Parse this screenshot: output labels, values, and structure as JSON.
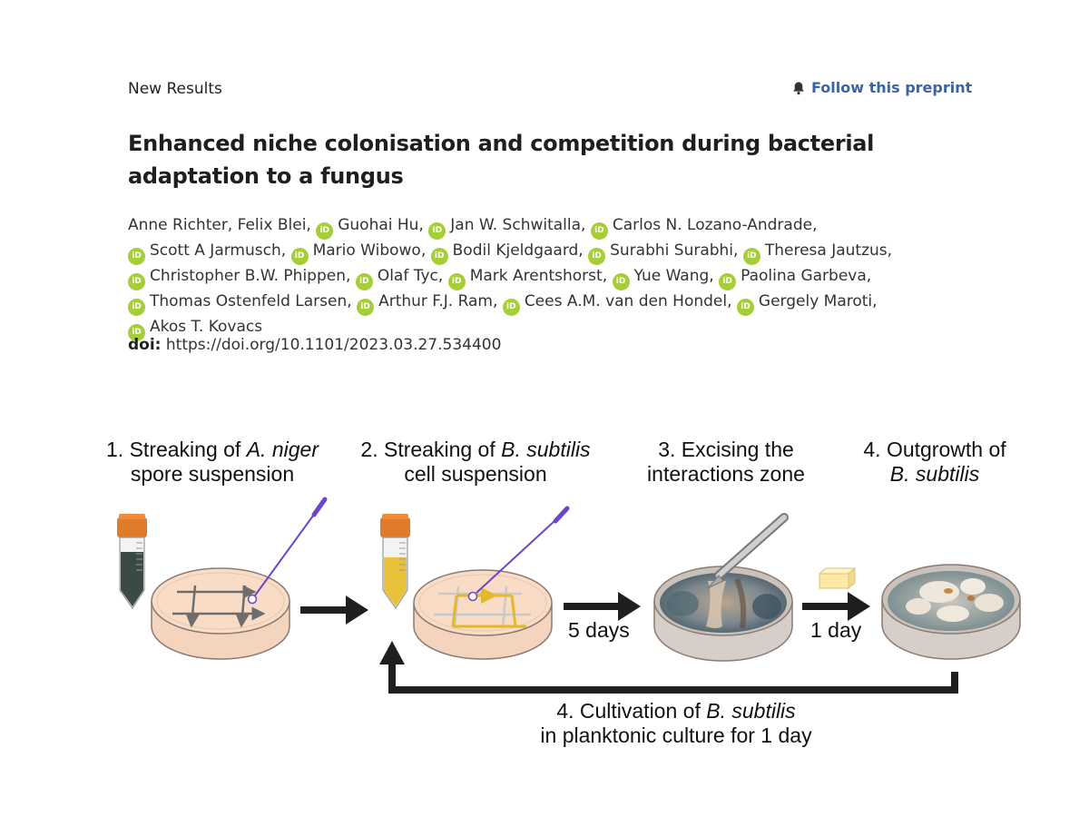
{
  "header": {
    "section": "New Results",
    "follow_label": "Follow this preprint"
  },
  "paper": {
    "title": "Enhanced niche colonisation and competition during bacterial adaptation to a fungus",
    "authors": [
      {
        "name": "Anne Richter,",
        "orcid": false
      },
      {
        "name": "Felix Blei,",
        "orcid": false
      },
      {
        "name": "Guohai Hu,",
        "orcid": true
      },
      {
        "name": "Jan W. Schwitalla,",
        "orcid": true
      },
      {
        "name": "Carlos N. Lozano-Andrade,",
        "orcid": true
      },
      {
        "name": "Scott A Jarmusch,",
        "orcid": true
      },
      {
        "name": "Mario Wibowo,",
        "orcid": true
      },
      {
        "name": "Bodil Kjeldgaard,",
        "orcid": true
      },
      {
        "name": "Surabhi Surabhi,",
        "orcid": true
      },
      {
        "name": "Theresa Jautzus,",
        "orcid": true
      },
      {
        "name": "Christopher B.W. Phippen,",
        "orcid": true
      },
      {
        "name": "Olaf Tyc,",
        "orcid": true
      },
      {
        "name": "Mark Arentshorst,",
        "orcid": true
      },
      {
        "name": "Yue Wang,",
        "orcid": true
      },
      {
        "name": "Paolina Garbeva,",
        "orcid": true
      },
      {
        "name": "Thomas Ostenfeld Larsen,",
        "orcid": true
      },
      {
        "name": "Arthur F.J. Ram,",
        "orcid": true
      },
      {
        "name": "Cees A.M. van den Hondel,",
        "orcid": true
      },
      {
        "name": "Gergely Maroti,",
        "orcid": true
      },
      {
        "name": "Akos T. Kovacs",
        "orcid": true
      }
    ],
    "orcid_mark": "iD",
    "doi_label": "doi:",
    "doi_value": "https://doi.org/10.1101/2023.03.27.534400"
  },
  "figure": {
    "step1": {
      "prefix": "1. Streaking of ",
      "species": "A. niger",
      "line2": "spore suspension"
    },
    "step2": {
      "prefix": "2. Streaking of ",
      "species": "B. subtilis",
      "line2": "cell suspension"
    },
    "step3": {
      "line1": "3. Excising  the",
      "line2": "interactions zone"
    },
    "step4": {
      "line1": "4. Outgrowth of",
      "species": "B. subtilis"
    },
    "interval1": "5 days",
    "interval2": "1 day",
    "loop": {
      "prefix": "4. Cultivation of ",
      "species": "B. subtilis",
      "line2": "in planktonic culture for 1 day"
    },
    "colors": {
      "agar": "#f8dcc6",
      "dish_edge": "#8a7a72",
      "cap": "#e07b2a",
      "spore_liquid": "#3b4a44",
      "cell_liquid": "#e8c23a",
      "streak_gray": "#6d6d6d",
      "streak_yellow": "#e3b82a",
      "loop_tool": "#6b46c8",
      "arrow": "#1f1f1f",
      "link": "#3a64a6",
      "orcid": "#a6ce39"
    }
  }
}
